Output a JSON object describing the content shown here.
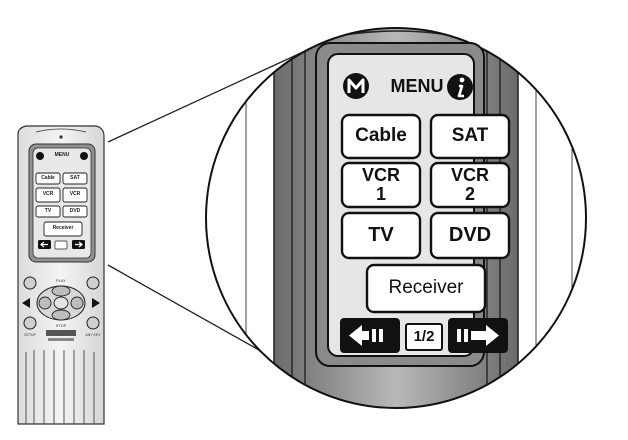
{
  "remote": {
    "menu_title": "MENU",
    "logo_letter": "M",
    "info_letter": "i",
    "buttons": {
      "cable": "Cable",
      "sat": "SAT",
      "vcr1_line1": "VCR",
      "vcr1_line2": "1",
      "vcr2_line1": "VCR",
      "vcr2_line2": "2",
      "tv": "TV",
      "dvd": "DVD",
      "receiver": "Receiver"
    },
    "page_indicator": "1/2",
    "small_screen": {
      "menu": "MENU",
      "cable": "Cable",
      "sat": "SAT",
      "vcr1": "VCR",
      "vcr2": "VCR",
      "tv": "TV",
      "dvd": "DVD",
      "receiver": "Receiver"
    }
  },
  "colors": {
    "ink": "#111111",
    "screen_bg": "#e4e4e4",
    "body_gray": "#8f8f8f"
  },
  "icons": [
    "logo-m-icon",
    "info-icon",
    "arrow-left-icon",
    "arrow-right-icon"
  ]
}
